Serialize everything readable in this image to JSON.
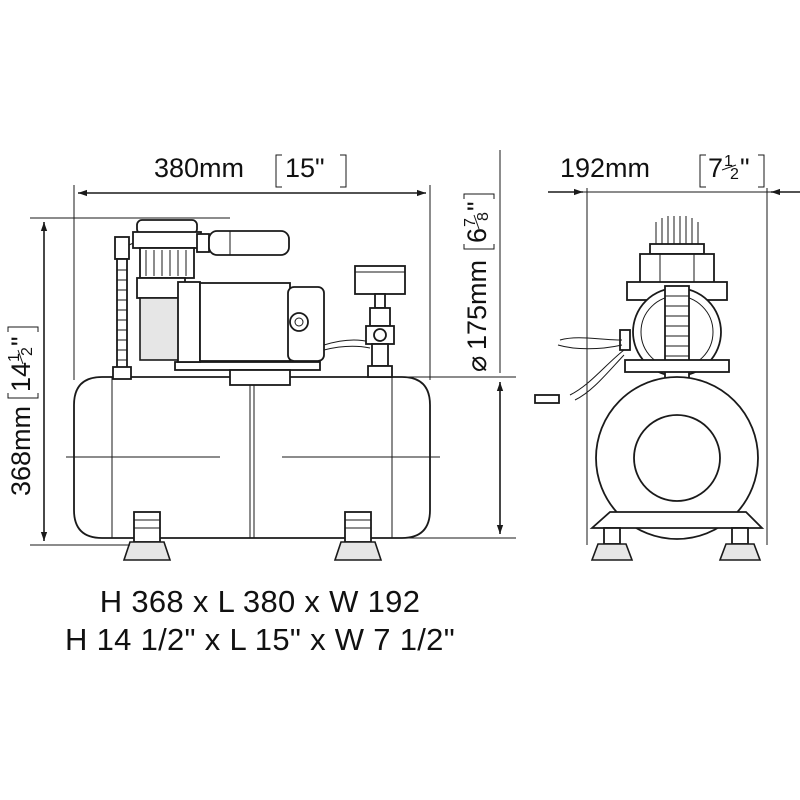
{
  "dimensions": {
    "length": {
      "metric": "380mm",
      "imperial": "15\""
    },
    "height": {
      "metric": "368mm",
      "imperial_whole": "14",
      "imperial_frac_num": "1",
      "imperial_frac_den": "2",
      "imperial_mark": "\""
    },
    "diameter": {
      "symbol": "⌀",
      "metric": "175mm",
      "imperial_whole": "6",
      "imperial_frac_num": "7",
      "imperial_frac_den": "8",
      "imperial_mark": "\""
    },
    "width": {
      "metric": "192mm",
      "imperial_whole": "7",
      "imperial_frac_num": "1",
      "imperial_frac_den": "2",
      "imperial_mark": "\""
    }
  },
  "summary": {
    "metric_line": "H 368 x L 380 x W 192",
    "imperial_line": "H 14 1/2\" x L 15\" x W 7 1/2\""
  }
}
